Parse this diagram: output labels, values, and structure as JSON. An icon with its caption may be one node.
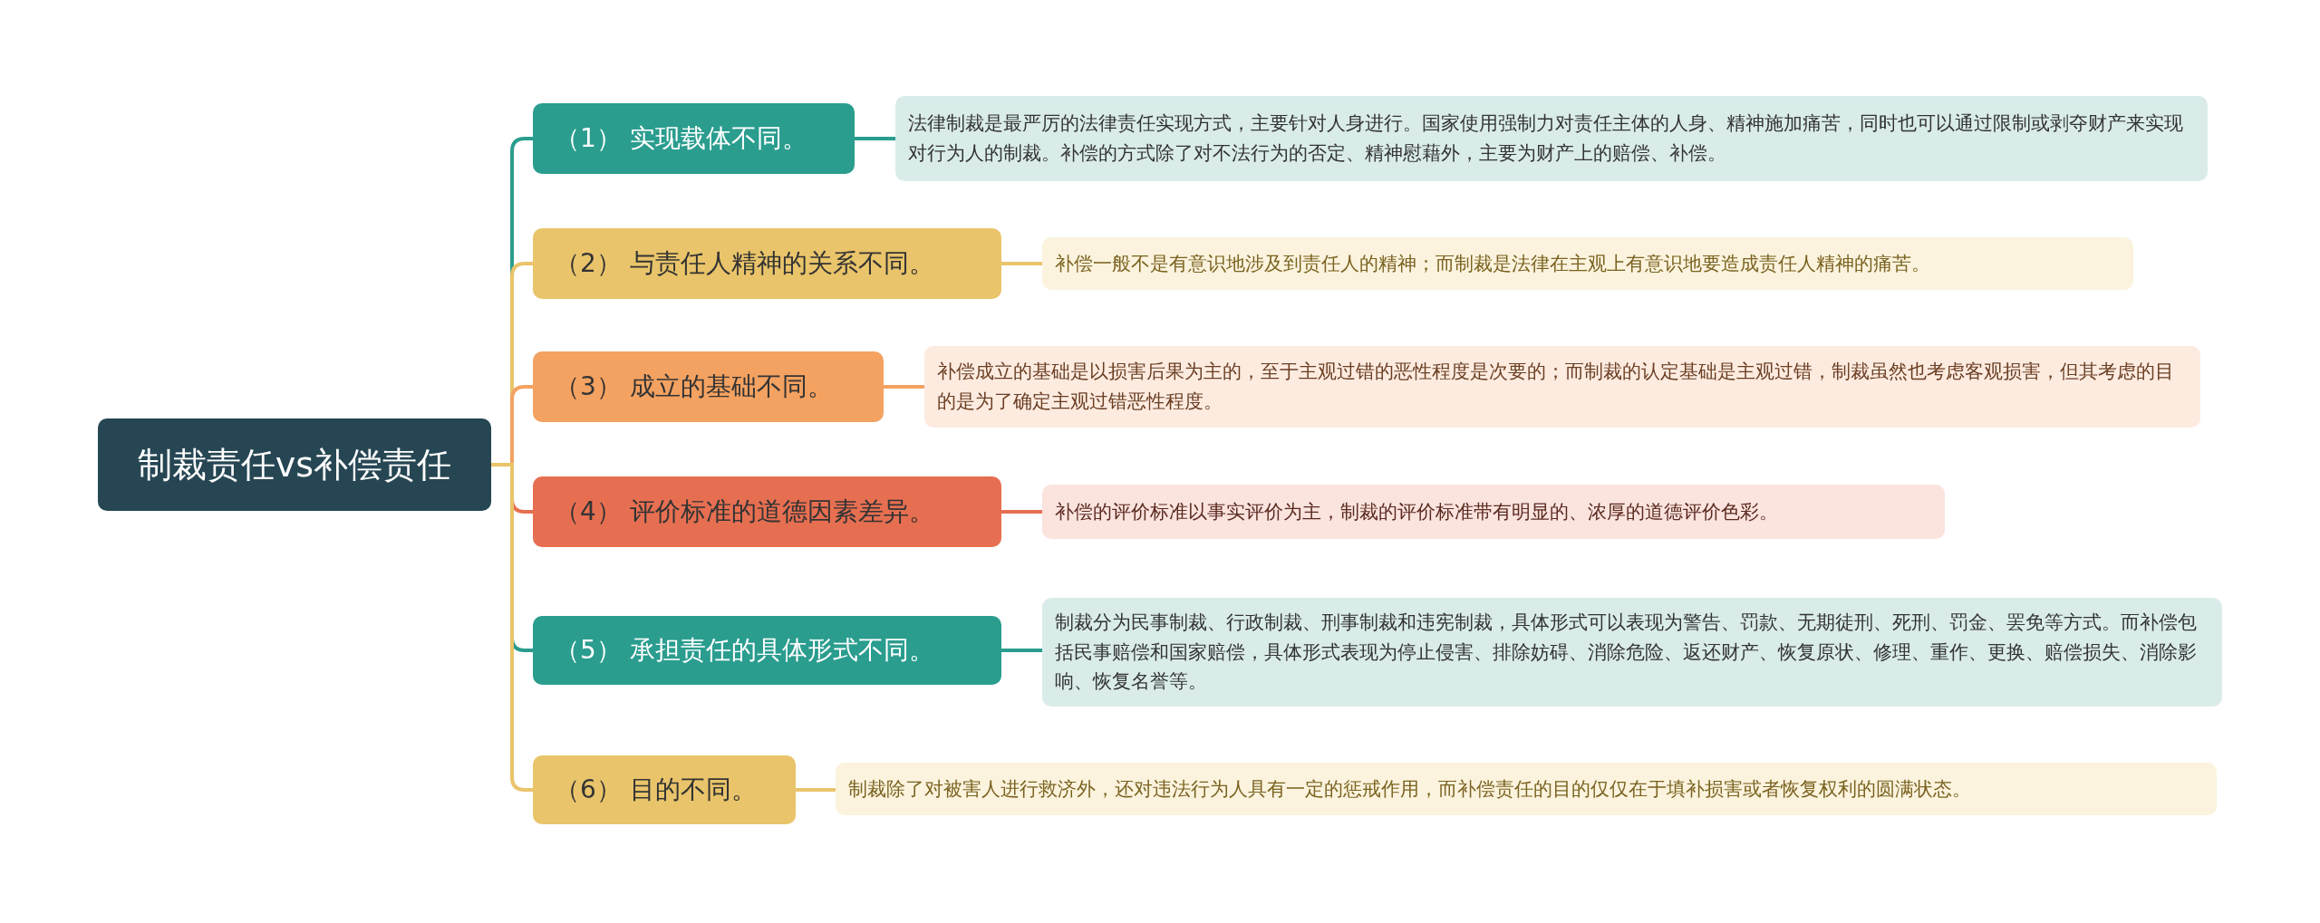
{
  "diagram": {
    "nodes": [
      {
        "text": [
          "制裁责任vs补偿责任"
        ]
      },
      {
        "text": [
          "（1） 实现载体不同。"
        ]
      },
      {
        "text": [
          "法律制裁是最严厉的法律责任实现方式，主要针对人身进行。国家使用强制力对责任主体的人身、精神施加痛苦，同时也可以通过限制或剥夺财产来实现对行为人的制裁。补偿的方式除了对不法行为的否定、精神慰藉外，主要为财产上的赔偿、补偿。"
        ]
      },
      {
        "text": [
          "（2） 与责任人精神的关系不同。"
        ]
      },
      {
        "text": [
          "补偿一般不是有意识地涉及到责任人的精神；而制裁是法律在主观上有意识地要造成责任人精神的痛苦。"
        ]
      },
      {
        "text": [
          "（3） 成立的基础不同。"
        ]
      },
      {
        "text": [
          "补偿成立的基础是以损害后果为主的，至于主观过错的恶性程度是次要的；而制裁的认定基础是主观过错，制裁虽然也考虑客观损害，但其考虑的目的是为了确定主观过错恶性程度。"
        ]
      },
      {
        "text": [
          "（4） 评价标准的道德因素差异。"
        ]
      },
      {
        "text": [
          "补偿的评价标准以事实评价为主，制裁的评价标准带有明显的、浓厚的道德评价色彩。"
        ]
      },
      {
        "text": [
          "（5） 承担责任的具体形式不同。"
        ]
      },
      {
        "text": [
          "制裁分为民事制裁、行政制裁、刑事制裁和违宪制裁，具体形式可以表现为警告、罚款、无期徒刑、死刑、罚金、罢免等方式。而补偿包括民事赔偿和国家赔偿，具体形式表现为停止侵害、排除妨碍、消除危险、返还财产、恢复原状、修理、重作、更换、赔偿损失、消除影响、恢复名誉等。"
        ]
      },
      {
        "text": [
          "（6） 目的不同。"
        ]
      },
      {
        "text": [
          "制裁除了对被害人进行救济外，还对违法行为人具有一定的惩戒作用，而补偿责任的目的仅仅在于填补损害或者恢复权利的圆满状态。"
        ]
      }
    ],
    "edges": [
      {
        "from": 0,
        "to": 1,
        "arrow": "none",
        "color": "#2a9d8f"
      },
      {
        "from": 1,
        "to": 2,
        "arrow": "none",
        "color": "#2a9d8f"
      },
      {
        "from": 0,
        "to": 3,
        "arrow": "none",
        "color": "#e9c46a"
      },
      {
        "from": 3,
        "to": 4,
        "arrow": "none",
        "color": "#e9c46a"
      },
      {
        "from": 0,
        "to": 5,
        "arrow": "none",
        "color": "#f4a261"
      },
      {
        "from": 5,
        "to": 6,
        "arrow": "none",
        "color": "#f4a261"
      },
      {
        "from": 0,
        "to": 7,
        "arrow": "none",
        "color": "#e76f51"
      },
      {
        "from": 7,
        "to": 8,
        "arrow": "none",
        "color": "#e76f51"
      },
      {
        "from": 0,
        "to": 9,
        "arrow": "none",
        "color": "#2a9d8f"
      },
      {
        "from": 9,
        "to": 10,
        "arrow": "none",
        "color": "#2a9d8f"
      },
      {
        "from": 0,
        "to": 11,
        "arrow": "none",
        "color": "#e9c46a"
      },
      {
        "from": 11,
        "to": 12,
        "arrow": "none",
        "color": "#e9c46a"
      }
    ]
  }
}
